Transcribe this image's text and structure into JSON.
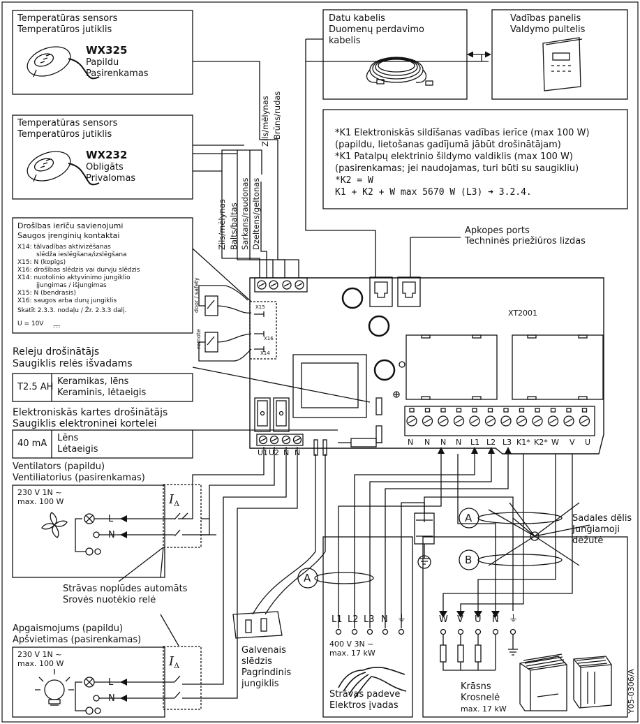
{
  "temp_sensor_top": {
    "title_lv": "Temperatūras sensors",
    "title_lt": "Temperatūros jutiklis",
    "model": "WX325",
    "opt_lv": "Papildu",
    "opt_lt": "Pasirenkamas"
  },
  "temp_sensor_bottom": {
    "title_lv": "Temperatūras sensors",
    "title_lt": "Temperatūros jutiklis",
    "model": "WX232",
    "req_lv": "Obligāts",
    "req_lt": "Privalomas"
  },
  "data_cable": {
    "line1": "Datu kabelis",
    "line2": "Duomenų perdavimo",
    "line3": "kabelis"
  },
  "control_panel": {
    "line1": "Vadības panelis",
    "line2": "Valdymo pultelis"
  },
  "k1_box": {
    "l1": "*K1 Elektroniskās sildīšanas vadības ierīce (max 100 W)",
    "l2": "(papildu, lietošanas gadījumā jābūt drošinātājam)",
    "l3": "*K1 Patalpų elektrinio šildymo valdiklis (max 100 W)",
    "l4": "(pasirenkamas; jei naudojamas, turi būti su saugikliu)",
    "l5": "*K2 = W",
    "l6": "K1 + K2 + W max 5670 W (L3) ➜ 3.2.4."
  },
  "service_port": {
    "lv": "Apkopes ports",
    "lt": "Techninės priežiūros lizdas"
  },
  "safety": {
    "title_lv": "Drošības ierīču savienojumi",
    "title_lt": "Saugos įrenginių kontaktai",
    "x14_lv_1": "X14: tālvadības aktivizēšanas",
    "x14_lv_2": "slēdža ieslēgšana/izslēgšana",
    "x15_lv": "X15: N (kopīgs)",
    "x16_lv": "X16: drošības slēdzis vai durvju slēdzis",
    "x14_lt_1": "X14: nuotolinio aktyvinimo jungiklio",
    "x14_lt_2": "įjungimas / išjungimas",
    "x15_lt": "X15: N (bendrasis)",
    "x16_lt": "X16: saugos arba durų jungiklis",
    "ref": "Skatīt 2.3.3. nodaļu / Žr. 2.3.3 dalį.",
    "voltage": "U = 10V",
    "dc_symbol": "⎓"
  },
  "wire_labels": {
    "blue1": "Zils/mēlynas",
    "brown": "Brūns/rudas",
    "blue2": "Zils/mėlynas",
    "white": "Balts/baltas",
    "red": "Sarkans/raudonas",
    "yellow": "Dzeltens/geltonas"
  },
  "switch_labels": {
    "door": "door / safety",
    "remote": "remote"
  },
  "x_labels": {
    "x15": "X15",
    "x16": "X16",
    "x14": "X14"
  },
  "board_name": "XT2001",
  "relay_fuse": {
    "title_lv": "Releju drošinātājs",
    "title_lt": "Saugiklis relės išvadams",
    "rating": "T2.5 AH",
    "type_lv": "Keramikas, lēns",
    "type_lt": "Keraminis, lėtaeigis"
  },
  "card_fuse": {
    "title_lv": "Elektroniskās kartes drošinātājs",
    "title_lt": "Saugiklis elektroninei kortelei",
    "rating": "40 mA",
    "type_lv": "Lēns",
    "type_lt": "Lėtaeigis"
  },
  "left_terminals": [
    "U1",
    "U2",
    "N",
    "N"
  ],
  "right_terminals": [
    "N",
    "N",
    "N",
    "N",
    "L1",
    "L2",
    "L3",
    "K1*",
    "K2*",
    "W",
    "V",
    "U"
  ],
  "fan": {
    "title_lv": "Ventilators (papildu)",
    "title_lt": "Ventiliatorius (pasirenkamas)",
    "spec1": "230 V 1N ~",
    "spec2": "max. 100 W",
    "L": "L",
    "N": "N"
  },
  "rcd": {
    "lv": "Strāvas noplūdes automāts",
    "lt": "Srovės nuotėkio relė",
    "symbol": "I"
  },
  "light": {
    "title_lv": "Apgaismojums (papildu)",
    "title_lt": "Apšvietimas (pasirenkamas)",
    "spec1": "230 V 1N ~",
    "spec2": "max. 100 W",
    "L": "L",
    "N": "N"
  },
  "main_switch": {
    "l1": "Galvenais",
    "l2": "slēdzis",
    "l3": "Pagrindinis",
    "l4": "jungiklis"
  },
  "supply": {
    "terms": [
      "L1",
      "L2",
      "L3",
      "N",
      "⏚"
    ],
    "spec1": "400 V 3N ~",
    "spec2": "max. 17 kW",
    "lv": "Strāvas padeve",
    "lt": "Elektros įvadas"
  },
  "heater": {
    "terms": [
      "W",
      "V",
      "U",
      "N",
      "⏚"
    ],
    "lv": "Krāsns",
    "lt": "Krosnelė",
    "power": "max. 17 kW"
  },
  "junction": {
    "lv": "Sadales dēlis",
    "lt1": "Jungiamoji",
    "lt2": "dėžutė"
  },
  "cable_marks": {
    "a1": "A",
    "b": "B",
    "a2": "A"
  },
  "code": "Y05-0306/A"
}
